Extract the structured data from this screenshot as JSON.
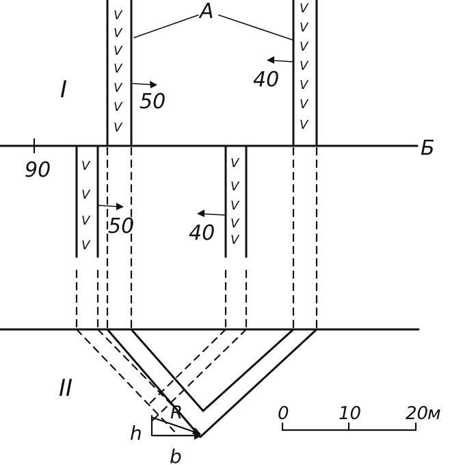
{
  "labels": {
    "vein": "А",
    "section_top": "I",
    "section_bottom": "II",
    "line": "Б",
    "elevation": "90",
    "dip_upper_left": "50",
    "dip_upper_right": "40",
    "dip_lower_left": "50",
    "dip_lower_right": "40",
    "R": "R",
    "h": "h",
    "b": "b"
  },
  "vein_marks": {
    "upper_left": [
      "V",
      "V",
      "V",
      "V",
      "V",
      "V",
      "V"
    ],
    "upper_right": [
      "V",
      "V",
      "V",
      "V",
      "V",
      "V",
      "V"
    ],
    "lower_left": [
      "V",
      "V",
      "V",
      "V"
    ],
    "lower_right": [
      "V",
      "V",
      "V",
      "V",
      "V"
    ]
  },
  "scale": {
    "ticks": [
      "0",
      "10",
      "20"
    ],
    "unit": "м"
  }
}
